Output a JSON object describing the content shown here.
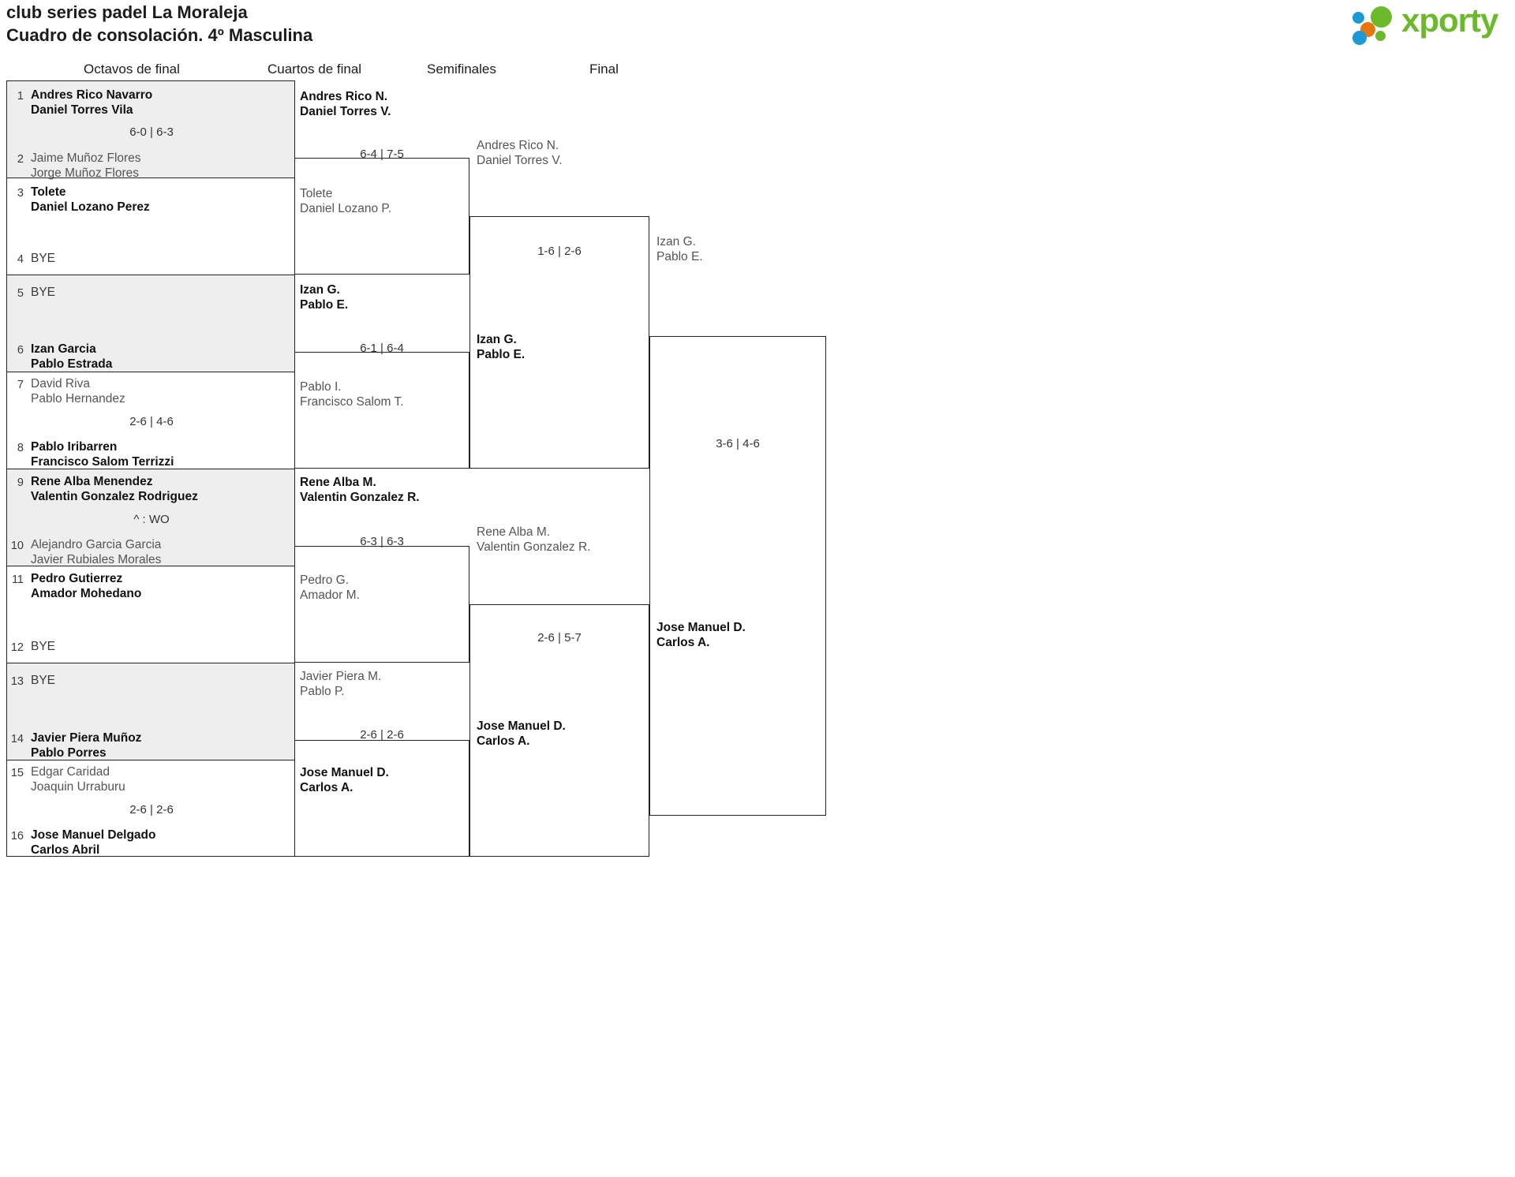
{
  "header": {
    "title_line1": "club series padel La Moraleja",
    "title_line2": "Cuadro de consolación. 4º Masculina"
  },
  "logo": {
    "word": "xporty",
    "green": "#6cb92b",
    "blue": "#1b9ad6",
    "orange": "#e8760e"
  },
  "rounds": [
    {
      "label": "Octavos de final"
    },
    {
      "label": "Cuartos de final"
    },
    {
      "label": "Semifinales"
    },
    {
      "label": "Final"
    }
  ],
  "chart_data": {
    "type": "bracket",
    "title": "Cuadro de consolación. 4º Masculina",
    "rounds": [
      "Octavos de final",
      "Cuartos de final",
      "Semifinales",
      "Final"
    ]
  },
  "r16": [
    {
      "top": {
        "seed": "1",
        "line1": "Andres Rico Navarro",
        "line2": "Daniel Torres Vila",
        "winner": true
      },
      "bottom": {
        "seed": "2",
        "line1": "Jaime Muñoz Flores",
        "line2": "Jorge Muñoz Flores",
        "winner": false
      },
      "score": "6-0 | 6-3"
    },
    {
      "top": {
        "seed": "3",
        "line1": "Tolete",
        "line2": "Daniel Lozano Perez",
        "winner": true
      },
      "bottom": {
        "seed": "4",
        "line1": "BYE",
        "line2": "",
        "winner": false,
        "bye": true
      },
      "score": ""
    },
    {
      "top": {
        "seed": "5",
        "line1": "BYE",
        "line2": "",
        "winner": false,
        "bye": true
      },
      "bottom": {
        "seed": "6",
        "line1": "Izan Garcia",
        "line2": "Pablo Estrada",
        "winner": true
      },
      "score": ""
    },
    {
      "top": {
        "seed": "7",
        "line1": "David Riva",
        "line2": "Pablo Hernandez",
        "winner": false
      },
      "bottom": {
        "seed": "8",
        "line1": "Pablo Iribarren",
        "line2": "Francisco Salom Terrizzi",
        "winner": true
      },
      "score": "2-6 | 4-6"
    },
    {
      "top": {
        "seed": "9",
        "line1": "Rene Alba Menendez",
        "line2": "Valentin Gonzalez Rodriguez",
        "winner": true
      },
      "bottom": {
        "seed": "10",
        "line1": "Alejandro Garcia Garcia",
        "line2": "Javier Rubiales Morales",
        "winner": false
      },
      "score": "^ : WO"
    },
    {
      "top": {
        "seed": "11",
        "line1": "Pedro Gutierrez",
        "line2": "Amador Mohedano",
        "winner": true
      },
      "bottom": {
        "seed": "12",
        "line1": "BYE",
        "line2": "",
        "winner": false,
        "bye": true
      },
      "score": ""
    },
    {
      "top": {
        "seed": "13",
        "line1": "BYE",
        "line2": "",
        "winner": false,
        "bye": true
      },
      "bottom": {
        "seed": "14",
        "line1": "Javier Piera Muñoz",
        "line2": "Pablo Porres",
        "winner": true
      },
      "score": ""
    },
    {
      "top": {
        "seed": "15",
        "line1": "Edgar Caridad",
        "line2": "Joaquin Urraburu",
        "winner": false
      },
      "bottom": {
        "seed": "16",
        "line1": "Jose Manuel Delgado",
        "line2": "Carlos Abril",
        "winner": true
      },
      "score": "2-6 | 2-6"
    }
  ],
  "qf": [
    {
      "top": {
        "line1": "Andres Rico N.",
        "line2": "Daniel Torres V.",
        "winner": true
      },
      "bottom": {
        "line1": "Tolete",
        "line2": "Daniel Lozano P.",
        "winner": false
      },
      "score": "6-4 | 7-5"
    },
    {
      "top": {
        "line1": "Izan G.",
        "line2": "Pablo E.",
        "winner": true
      },
      "bottom": {
        "line1": "Pablo I.",
        "line2": "Francisco Salom T.",
        "winner": false
      },
      "score": "6-1 | 6-4"
    },
    {
      "top": {
        "line1": "Rene Alba M.",
        "line2": "Valentin Gonzalez R.",
        "winner": true
      },
      "bottom": {
        "line1": "Pedro G.",
        "line2": "Amador M.",
        "winner": false
      },
      "score": "6-3 | 6-3"
    },
    {
      "top": {
        "line1": "Javier Piera M.",
        "line2": "Pablo P.",
        "winner": false
      },
      "bottom": {
        "line1": "Jose Manuel D.",
        "line2": "Carlos A.",
        "winner": true
      },
      "score": "2-6 | 2-6"
    }
  ],
  "sf": [
    {
      "top": {
        "line1": "Andres Rico N.",
        "line2": "Daniel Torres V.",
        "winner": false
      },
      "bottom": {
        "line1": "Izan G.",
        "line2": "Pablo E.",
        "winner": true
      },
      "score": "1-6 | 2-6"
    },
    {
      "top": {
        "line1": "Rene Alba M.",
        "line2": "Valentin Gonzalez R.",
        "winner": false
      },
      "bottom": {
        "line1": "Jose Manuel D.",
        "line2": "Carlos A.",
        "winner": true
      },
      "score": "2-6 | 5-7"
    }
  ],
  "final": {
    "top": {
      "line1": "Izan G.",
      "line2": "Pablo E.",
      "winner": false
    },
    "bottom": {
      "line1": "Jose Manuel D.",
      "line2": "Carlos A.",
      "winner": true
    },
    "score": "3-6 | 4-6"
  }
}
